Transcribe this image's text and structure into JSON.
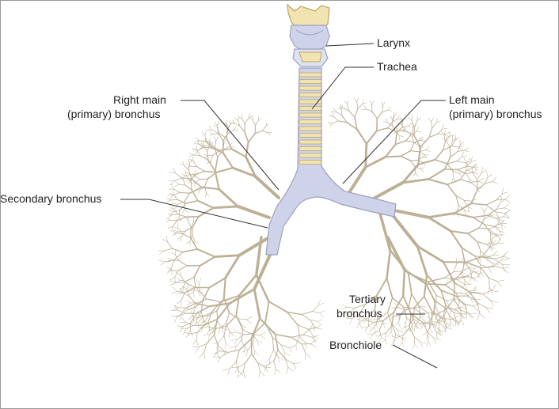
{
  "labels": {
    "larynx": "Larynx",
    "trachea": "Trachea",
    "right_main_1": "Right main",
    "right_main_2": "(primary) bronchus",
    "left_main_1": "Left main",
    "left_main_2": "(primary) bronchus",
    "secondary": "Secondary bronchus",
    "tertiary_1": "Tertiary",
    "tertiary_2": "bronchus",
    "bronchiole": "Bronchiole"
  },
  "colors": {
    "cartilage": "#f2e4b0",
    "cartilage_edge": "#b9a56a",
    "membrane": "#cfd3ea",
    "twig": "#bdb096",
    "leader_line": "#333333"
  }
}
